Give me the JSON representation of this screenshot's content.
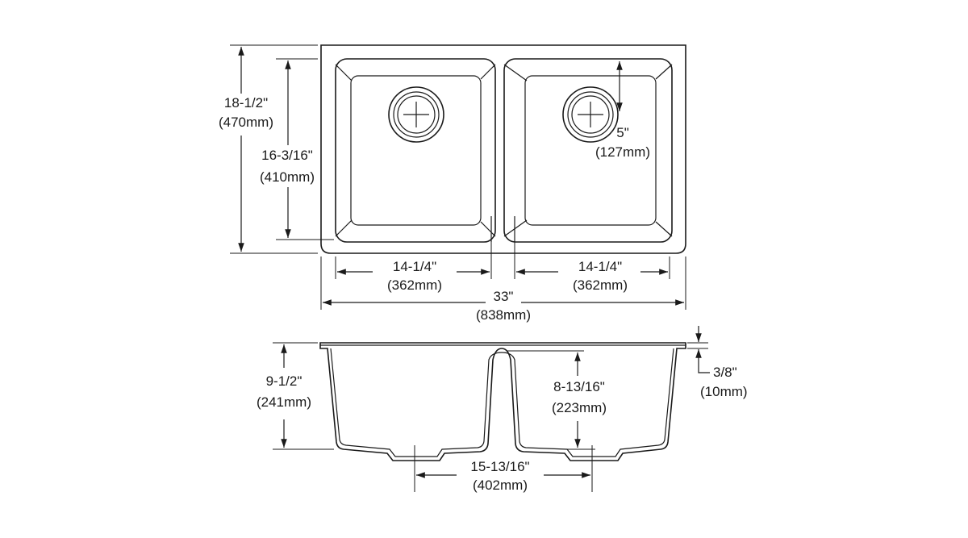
{
  "dimensions": {
    "overall_depth": {
      "imperial": "18-1/2\"",
      "metric": "(470mm)"
    },
    "bowl_depth": {
      "imperial": "16-3/16\"",
      "metric": "(410mm)"
    },
    "drain_offset": {
      "imperial": "5\"",
      "metric": "(127mm)"
    },
    "left_bowl_width": {
      "imperial": "14-1/4\"",
      "metric": "(362mm)"
    },
    "right_bowl_width": {
      "imperial": "14-1/4\"",
      "metric": "(362mm)"
    },
    "overall_width": {
      "imperial": "33\"",
      "metric": "(838mm)"
    },
    "bowl_height": {
      "imperial": "9-1/2\"",
      "metric": "(241mm)"
    },
    "divider_height": {
      "imperial": "8-13/16\"",
      "metric": "(223mm)"
    },
    "rim_thickness": {
      "imperial": "3/8\"",
      "metric": "(10mm)"
    },
    "bottom_width": {
      "imperial": "15-13/16\"",
      "metric": "(402mm)"
    }
  },
  "colors": {
    "line": "#1a1a1a",
    "background": "#ffffff"
  }
}
